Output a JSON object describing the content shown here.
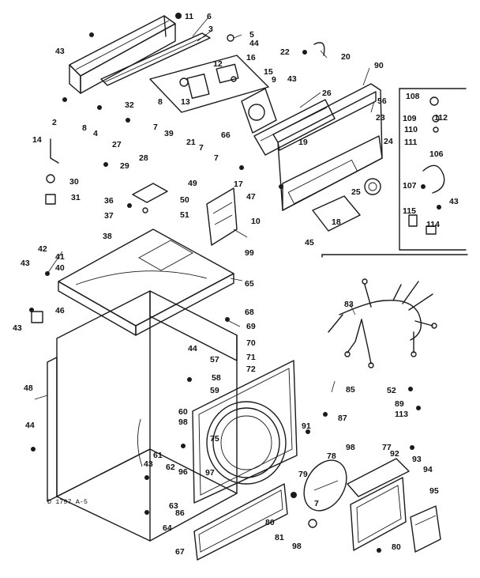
{
  "diagram": {
    "code": "D 1797 A-5",
    "parts": [
      {
        "id": "p2",
        "number": "2"
      },
      {
        "id": "p3",
        "number": "3"
      },
      {
        "id": "p4",
        "number": "4"
      },
      {
        "id": "p5",
        "number": "5"
      },
      {
        "id": "p6",
        "number": "6"
      },
      {
        "id": "p7a",
        "number": "7"
      },
      {
        "id": "p7b",
        "number": "7"
      },
      {
        "id": "p7c",
        "number": "7"
      },
      {
        "id": "p7d",
        "number": "7"
      },
      {
        "id": "p8a",
        "number": "8"
      },
      {
        "id": "p8b",
        "number": "8"
      },
      {
        "id": "p9",
        "number": "9"
      },
      {
        "id": "p10",
        "number": "10"
      },
      {
        "id": "p11",
        "number": "11"
      },
      {
        "id": "p12",
        "number": "12"
      },
      {
        "id": "p13",
        "number": "13"
      },
      {
        "id": "p14",
        "number": "14"
      },
      {
        "id": "p15",
        "number": "15"
      },
      {
        "id": "p16",
        "number": "16"
      },
      {
        "id": "p17",
        "number": "17"
      },
      {
        "id": "p18",
        "number": "18"
      },
      {
        "id": "p19",
        "number": "19"
      },
      {
        "id": "p20",
        "number": "20"
      },
      {
        "id": "p21",
        "number": "21"
      },
      {
        "id": "p22",
        "number": "22"
      },
      {
        "id": "p23",
        "number": "23"
      },
      {
        "id": "p24",
        "number": "24"
      },
      {
        "id": "p25",
        "number": "25"
      },
      {
        "id": "p26",
        "number": "26"
      },
      {
        "id": "p27",
        "number": "27"
      },
      {
        "id": "p28",
        "number": "28"
      },
      {
        "id": "p29",
        "number": "29"
      },
      {
        "id": "p30",
        "number": "30"
      },
      {
        "id": "p31",
        "number": "31"
      },
      {
        "id": "p32",
        "number": "32"
      },
      {
        "id": "p36",
        "number": "36"
      },
      {
        "id": "p37",
        "number": "37"
      },
      {
        "id": "p38",
        "number": "38"
      },
      {
        "id": "p39",
        "number": "39"
      },
      {
        "id": "p40",
        "number": "40"
      },
      {
        "id": "p41",
        "number": "41"
      },
      {
        "id": "p42",
        "number": "42"
      },
      {
        "id": "p43a",
        "number": "43"
      },
      {
        "id": "p43b",
        "number": "43"
      },
      {
        "id": "p43c",
        "number": "43"
      },
      {
        "id": "p43d",
        "number": "43"
      },
      {
        "id": "p43e",
        "number": "43"
      },
      {
        "id": "p43f",
        "number": "43"
      },
      {
        "id": "p44a",
        "number": "44"
      },
      {
        "id": "p44b",
        "number": "44"
      },
      {
        "id": "p44c",
        "number": "44"
      },
      {
        "id": "p45",
        "number": "45"
      },
      {
        "id": "p46",
        "number": "46"
      },
      {
        "id": "p47",
        "number": "47"
      },
      {
        "id": "p48",
        "number": "48"
      },
      {
        "id": "p49",
        "number": "49"
      },
      {
        "id": "p50",
        "number": "50"
      },
      {
        "id": "p51",
        "number": "51"
      },
      {
        "id": "p52",
        "number": "52"
      },
      {
        "id": "p56",
        "number": "56"
      },
      {
        "id": "p57",
        "number": "57"
      },
      {
        "id": "p58",
        "number": "58"
      },
      {
        "id": "p59",
        "number": "59"
      },
      {
        "id": "p60",
        "number": "60"
      },
      {
        "id": "p61",
        "number": "61"
      },
      {
        "id": "p62",
        "number": "62"
      },
      {
        "id": "p63",
        "number": "63"
      },
      {
        "id": "p64",
        "number": "64"
      },
      {
        "id": "p65",
        "number": "65"
      },
      {
        "id": "p66",
        "number": "66"
      },
      {
        "id": "p67",
        "number": "67"
      },
      {
        "id": "p68",
        "number": "68"
      },
      {
        "id": "p69",
        "number": "69"
      },
      {
        "id": "p70",
        "number": "70"
      },
      {
        "id": "p71",
        "number": "71"
      },
      {
        "id": "p72",
        "number": "72"
      },
      {
        "id": "p75",
        "number": "75"
      },
      {
        "id": "p77",
        "number": "77"
      },
      {
        "id": "p78",
        "number": "78"
      },
      {
        "id": "p79",
        "number": "79"
      },
      {
        "id": "p80a",
        "number": "80"
      },
      {
        "id": "p80b",
        "number": "80"
      },
      {
        "id": "p81",
        "number": "81"
      },
      {
        "id": "p83",
        "number": "83"
      },
      {
        "id": "p85",
        "number": "85"
      },
      {
        "id": "p86",
        "number": "86"
      },
      {
        "id": "p87",
        "number": "87"
      },
      {
        "id": "p89",
        "number": "89"
      },
      {
        "id": "p90",
        "number": "90"
      },
      {
        "id": "p91",
        "number": "91"
      },
      {
        "id": "p92",
        "number": "92"
      },
      {
        "id": "p93",
        "number": "93"
      },
      {
        "id": "p94",
        "number": "94"
      },
      {
        "id": "p95",
        "number": "95"
      },
      {
        "id": "p96",
        "number": "96"
      },
      {
        "id": "p97",
        "number": "97"
      },
      {
        "id": "p98a",
        "number": "98"
      },
      {
        "id": "p98b",
        "number": "98"
      },
      {
        "id": "p98c",
        "number": "98"
      },
      {
        "id": "p99",
        "number": "99"
      },
      {
        "id": "p106",
        "number": "106"
      },
      {
        "id": "p107",
        "number": "107"
      },
      {
        "id": "p108",
        "number": "108"
      },
      {
        "id": "p109",
        "number": "109"
      },
      {
        "id": "p110",
        "number": "110"
      },
      {
        "id": "p111",
        "number": "111"
      },
      {
        "id": "p112",
        "number": "112"
      },
      {
        "id": "p113",
        "number": "113"
      },
      {
        "id": "p114",
        "number": "114"
      },
      {
        "id": "p115",
        "number": "115"
      }
    ]
  }
}
